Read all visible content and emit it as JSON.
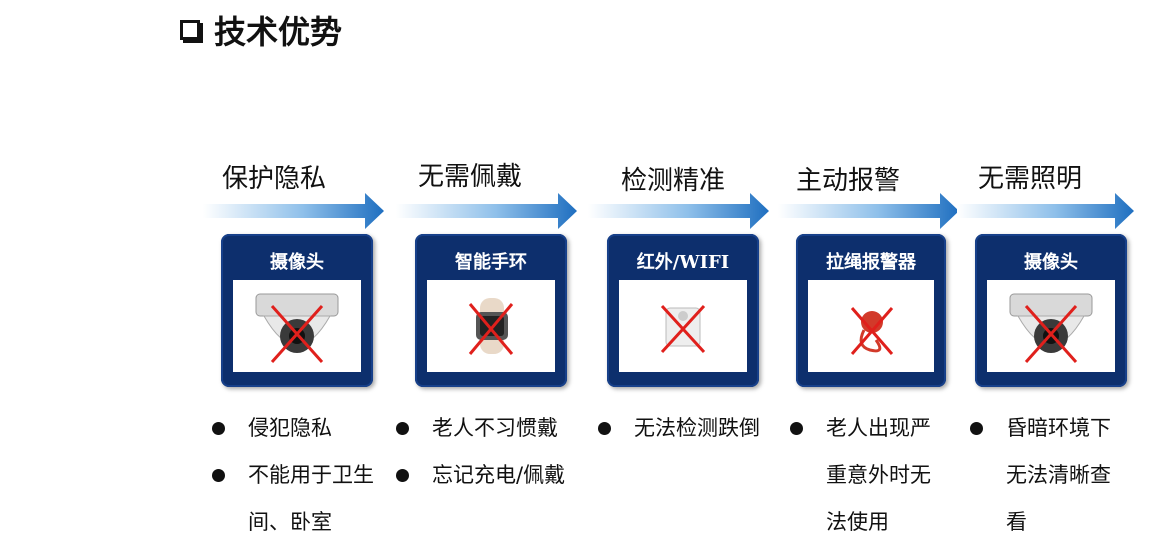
{
  "title": "技术优势",
  "colors": {
    "card_bg": "#0d2f6d",
    "arrow": "#1f6fc0",
    "cross": "#e0201c"
  },
  "columns": [
    {
      "heading": "保护隐私",
      "card_title": "摄像头",
      "icon": "dome-camera-icon",
      "bullets": [
        "侵犯隐私",
        "不能用于卫生间、卧室"
      ]
    },
    {
      "heading": "无需佩戴",
      "card_title": "智能手环",
      "icon": "smart-band-icon",
      "bullets": [
        "老人不习惯戴",
        "忘记充电/佩戴"
      ]
    },
    {
      "heading": "检测精准",
      "card_title": "红外/WIFI",
      "icon": "infrared-sensor-icon",
      "bullets": [
        "无法检测跌倒"
      ]
    },
    {
      "heading": "主动报警",
      "card_title": "拉绳报警器",
      "icon": "pull-cord-alarm-icon",
      "bullets": [
        "老人出现严重意外时无法使用"
      ]
    },
    {
      "heading": "无需照明",
      "card_title": "摄像头",
      "icon": "dome-camera-icon",
      "bullets": [
        "昏暗环境下无法清晰查看"
      ]
    }
  ]
}
